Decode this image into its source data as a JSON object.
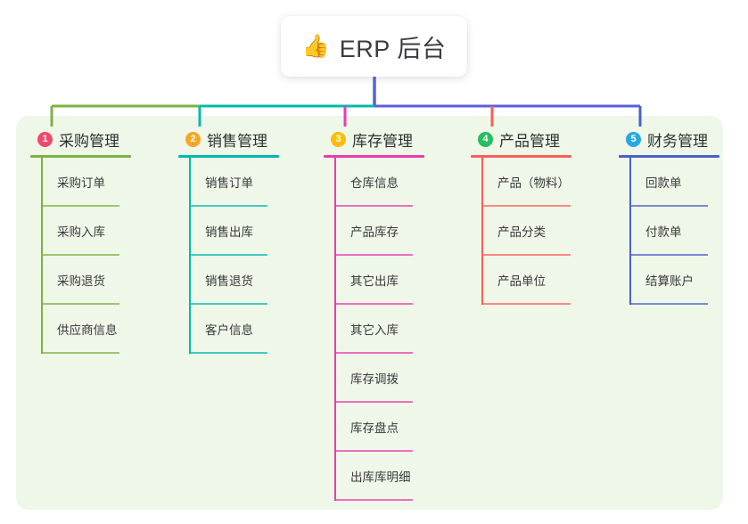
{
  "root": {
    "icon": "thumbs-up-icon",
    "icon_glyph": "👍",
    "title": "ERP 后台"
  },
  "panel": {
    "background": "#eff7e9"
  },
  "trunk": {
    "color": "#5b5fd6"
  },
  "chart_data": {
    "type": "tree",
    "title": "ERP 后台",
    "branch_count": 5,
    "branches": [
      {
        "index": "1",
        "label": "采购管理",
        "badge_color": "#f0486a",
        "line_color": "#7cb342",
        "children": [
          "采购订单",
          "采购入库",
          "采购退货",
          "供应商信息"
        ]
      },
      {
        "index": "2",
        "label": "销售管理",
        "badge_color": "#f5a623",
        "line_color": "#00b9ae",
        "children": [
          "销售订单",
          "销售出库",
          "销售退货",
          "客户信息"
        ]
      },
      {
        "index": "3",
        "label": "库存管理",
        "badge_color": "#fbbc04",
        "line_color": "#e93cae",
        "children": [
          "仓库信息",
          "产品库存",
          "其它出库",
          "其它入库",
          "库存调拨",
          "库存盘点",
          "出库库明细"
        ]
      },
      {
        "index": "4",
        "label": "产品管理",
        "badge_color": "#27bd60",
        "line_color": "#f95f5a",
        "children": [
          "产品（物料）",
          "产品分类",
          "产品单位"
        ]
      },
      {
        "index": "5",
        "label": "财务管理",
        "badge_color": "#29a8e0",
        "line_color": "#4a61c8",
        "children": [
          "回款单",
          "付款单",
          "结算账户"
        ]
      }
    ]
  }
}
